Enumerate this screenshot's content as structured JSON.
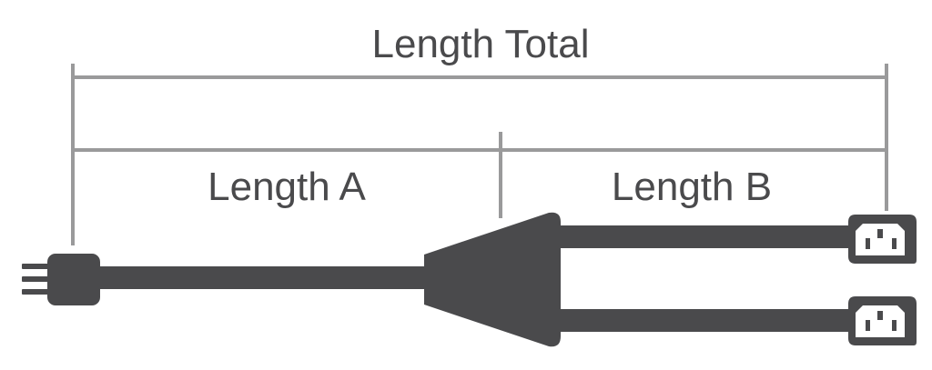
{
  "labels": {
    "total": "Length Total",
    "a": "Length A",
    "b": "Length B"
  },
  "colors": {
    "dimension_line": "#9a9a9b",
    "cable": "#4a4a4c",
    "text": "#4a4a4c",
    "background": "#ffffff"
  },
  "icons": [
    "three-prong-plug-icon",
    "splitter-body-icon",
    "iec-c13-connector-icon"
  ]
}
